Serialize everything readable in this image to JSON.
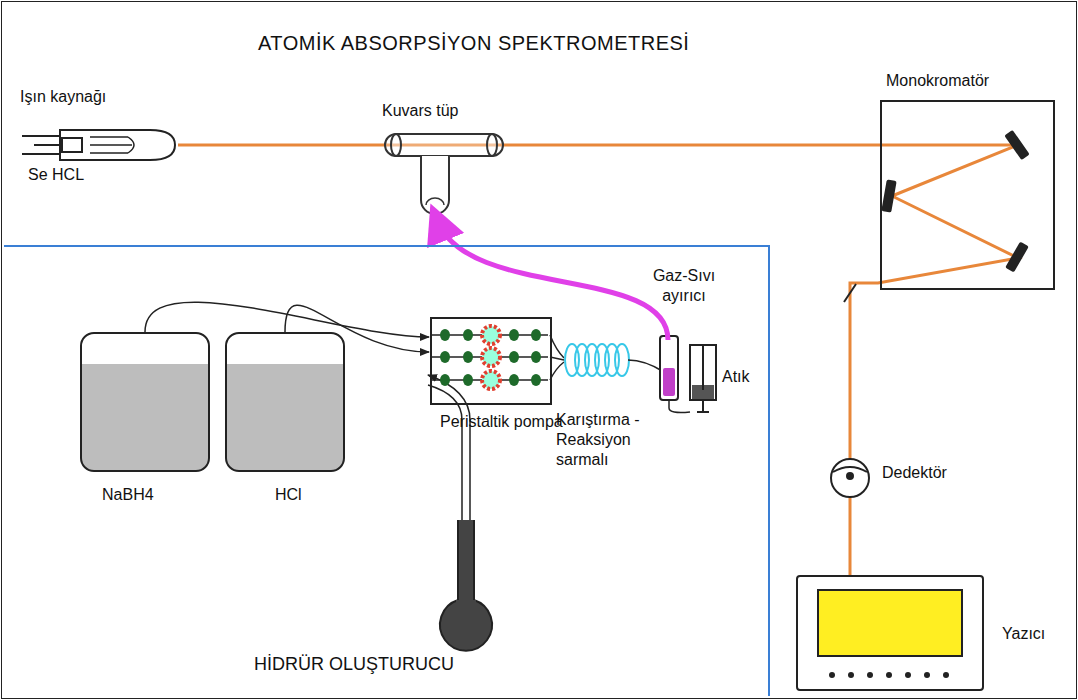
{
  "diagram": {
    "title": "ATOMİK ABSORPSİYON SPEKTROMETRESİ",
    "nodes": [
      {
        "text": [
          "HİDRÜR OLUŞTURUCU"
        ]
      },
      {
        "text": [
          "NaBH4"
        ],
        "in": 0
      },
      {
        "text": [
          "HCl"
        ],
        "in": 0
      },
      {
        "text": [
          "Peristaltik pompa"
        ],
        "in": 0
      },
      {
        "text": [
          "Monokromatör"
        ]
      },
      {
        "text": [
          "Yazıcı"
        ]
      }
    ],
    "edges": [
      {
        "from": 1,
        "to": 3,
        "arrow": "to"
      },
      {
        "from": 2,
        "to": 3,
        "arrow": "to"
      }
    ],
    "labels": [
      "Işın kaynağı",
      "Se HCL",
      "Kuvars tüp",
      "Gaz-Sıvı ayırıcı",
      "Karıştırma - Reaksiyon sarmalı",
      "Atık",
      "Dedektör"
    ]
  }
}
